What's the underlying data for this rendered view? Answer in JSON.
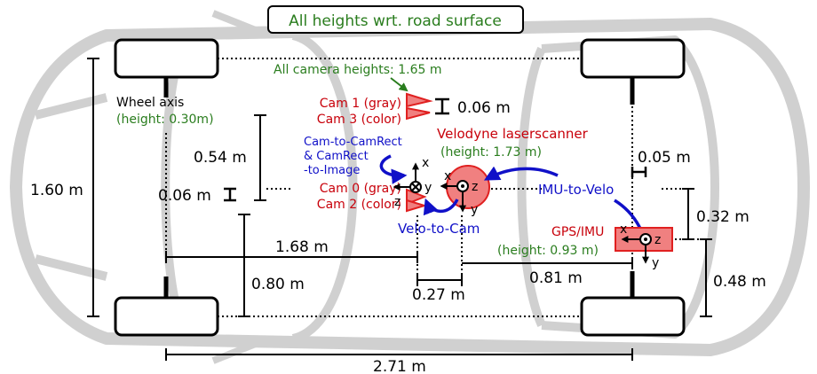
{
  "header": {
    "title": "All heights wrt. road surface"
  },
  "labels": {
    "cam_heights": "All camera heights: 1.65 m",
    "wheel_axis": "Wheel  axis",
    "wheel_axis_height": "(height: 0.30m)",
    "cam1": "Cam 1 (gray)",
    "cam3": "Cam 3 (color)",
    "cam_gap": "0.06 m",
    "cam_to_camrect_1": "Cam-to-CamRect",
    "cam_to_camrect_2": "& CamRect",
    "cam_to_camrect_3": "-to-Image",
    "velodyne": "Velodyne laserscanner",
    "velodyne_height": "(height: 1.73 m)",
    "cam0": "Cam 0 (gray)",
    "cam2": "Cam 2 (color)",
    "velo_to_cam": "Velo-to-Cam",
    "imu_to_velo": "IMU-to-Velo",
    "gps_imu": "GPS/IMU",
    "gps_imu_height": "(height: 0.93 m)"
  },
  "axes": {
    "x": "x",
    "y": "y",
    "z": "z"
  },
  "dimensions": {
    "width_160": "1.60 m",
    "d054": "0.54 m",
    "d006": "0.06 m",
    "d168": "1.68 m",
    "d080": "0.80 m",
    "d027": "0.27 m",
    "d081": "0.81 m",
    "d271": "2.71 m",
    "d005": "0.05 m",
    "d032": "0.32 m",
    "d048": "0.48 m"
  },
  "colors": {
    "car": "#d0d0d0",
    "red": "#c8000a",
    "green": "#2a7d1e",
    "blue": "#1010c8",
    "sensor_fill": "#f08080"
  }
}
